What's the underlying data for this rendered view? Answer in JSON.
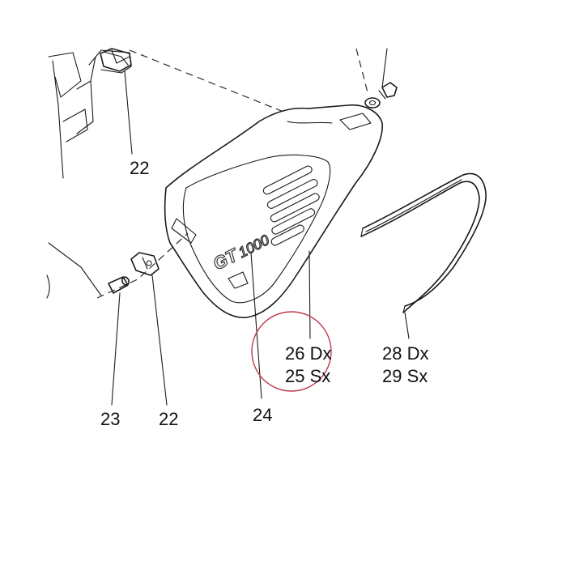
{
  "callouts": {
    "bracket_top": "22",
    "bracket_bottom": "22",
    "pin": "23",
    "cover": "24",
    "cover_right": "26 Dx",
    "cover_left": "25 Sx",
    "strip_right": "28 Dx",
    "strip_left": "29 Sx"
  },
  "cover_emblem": {
    "model": "GT",
    "displacement": "1000"
  },
  "colors": {
    "line": "#1a1a1a",
    "highlight_circle": "#c0394b",
    "background": "#ffffff"
  }
}
